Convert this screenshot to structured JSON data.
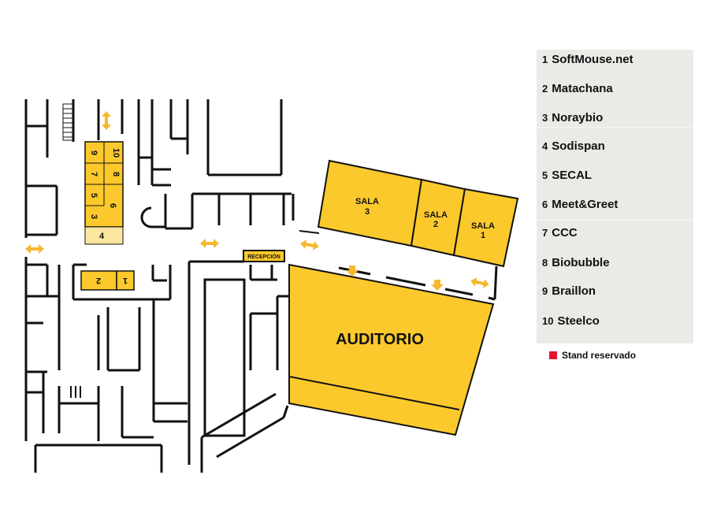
{
  "colors": {
    "room_fill": "#fcc92c",
    "room_light": "#fde6a0",
    "wall": "#111111",
    "arrow": "#f5b82e",
    "reserved": "#e3122e",
    "legend_bg": "#eaeae6"
  },
  "map": {
    "rooms": {
      "sala3": [
        "SALA",
        "3"
      ],
      "sala2": [
        "SALA",
        "2"
      ],
      "sala1": [
        "SALA",
        "1"
      ],
      "auditorio": "AUDITORIO",
      "recepcion": "RECEPCIÓN"
    },
    "stands": {
      "s1": "1",
      "s2": "2",
      "s3": "3",
      "s4": "4",
      "s5": "5",
      "s6": "6",
      "s7": "7",
      "s8": "8",
      "s9": "9",
      "s10": "10"
    },
    "icons": [
      "double-arrow-icon",
      "down-arrow-icon",
      "stairs-icon"
    ]
  },
  "legend": {
    "items": [
      {
        "num": "1",
        "name": "SoftMouse.net"
      },
      {
        "num": "2",
        "name": "Matachana"
      },
      {
        "num": "3",
        "name": "Noraybio"
      },
      {
        "num": "4",
        "name": "Sodispan"
      },
      {
        "num": "5",
        "name": "SECAL"
      },
      {
        "num": "6",
        "name": "Meet&Greet"
      },
      {
        "num": "7",
        "name": "CCC"
      },
      {
        "num": "8",
        "name": "Biobubble"
      },
      {
        "num": "9",
        "name": "Braillon"
      },
      {
        "num": "10",
        "name": "Steelco"
      }
    ],
    "reserved_label": "Stand reservado"
  }
}
